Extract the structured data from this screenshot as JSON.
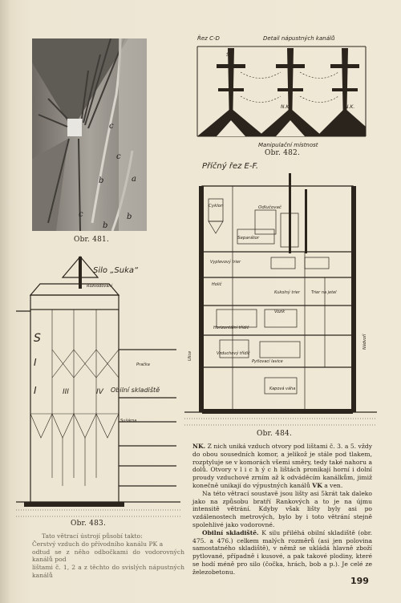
{
  "figures": {
    "fig481": {
      "caption": "Obr. 481.",
      "labels": [
        "a",
        "b",
        "c",
        "c",
        "c",
        "b",
        "b"
      ]
    },
    "fig482": {
      "caption": "Obr. 482.",
      "section_label": "Řez C-D",
      "title": "Detail nápustných kanálů",
      "bottom_label": "Manipulační místnost",
      "inner_labels": [
        "S",
        "N.K.",
        "N.K."
      ]
    },
    "fig483": {
      "caption": "Obr. 483.",
      "title": "Silo „Suka“",
      "labels": [
        "Rozvodování",
        "S",
        "I",
        "I",
        "III",
        "IV",
        "Obilní skladiště",
        "Pračka",
        "Sušárna"
      ]
    },
    "fig484": {
      "caption": "Obr. 484.",
      "title": "Příčný řez E-F.",
      "labels": [
        "Cyklon",
        "Odlučovač",
        "Separátor",
        "Vyplevový trier",
        "Trier na jetel",
        "Kukolný trier",
        "Holič",
        "Vzduchový třídič",
        "Vozík",
        "Horizontální třídič",
        "Pytlovací lavice",
        "Kapová váha",
        "Ulice",
        "Nádvoří"
      ]
    }
  },
  "left_text": {
    "line1": "Tato větrací ústrojí působí takto:",
    "line2": "Čerstvý vzduch do přívodního kanálu PK a",
    "line3": "odtud se z něho odbočkami do vodorovných kanálů pod",
    "line4": "lištami č. 1, 2 a z těchto do svislých nápustných kanálů"
  },
  "right_text": {
    "p1_lead": "NK.",
    "p1": " Z nich uniká vzduch otvory pod lištami č. 3. a 5. vždy do obou sousedních komor, a jelikož je stále pod tlakem, rozptyluje se v komorách všemi směry, tedy také nahoru a dolů. Otvory v l i c h ý c h lištách pronikají horní i dolní proudy vzduchové zrním až k odváděcím kanálkům, jimiž konečně unikají do výpustných kanálů ",
    "p1_vk": "VK",
    "p1_end": " a ven.",
    "p2": "Na této větrací soustavě jsou lišty asi 5krát tak daleko jako na způsobu bratří Rankových a to je na újmu intensitě větrání. Kdyby však lišty byly asi po vzdálenostech metrových, bylo by i toto větrání stejně spolehlivé jako vodorovné.",
    "p3_lead": "Obilní skladiště.",
    "p3": " K silu přiléhá obilní skladiště (obr. 475. a 476.) celkem malých rozměrů (asi jen polovina samostatného skladiště), v němž se ukládá hlavně zboží pytlované, případně i kusové, a pak takové plodiny, které se hodí méně pro silo (čočka, hrách, bob a p.). Je celé ze železobetonu."
  },
  "page_number": "199"
}
